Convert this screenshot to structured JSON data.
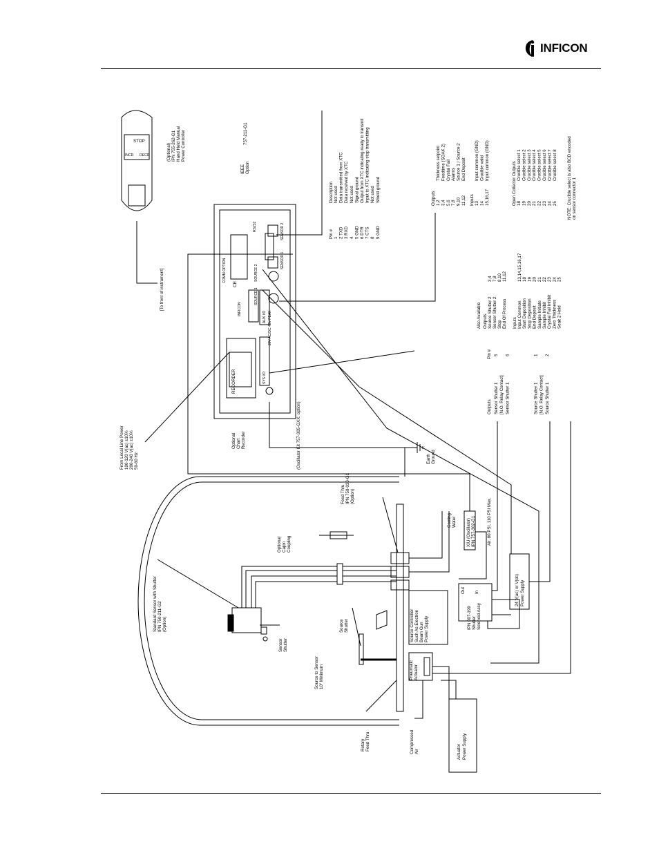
{
  "header": {
    "logo_text": "INFICON"
  },
  "sensor_labels": {
    "standard_sensor": [
      "Standard Sensor with Shutter",
      "IPN 750-211-G2",
      "(Option)"
    ],
    "sensor_shutter": [
      "Sensor",
      "Shutter"
    ],
    "source_to_sensor": [
      "Source to Sensor",
      "10\" Minimum"
    ],
    "source_shutter": [
      "Source",
      "Shutter"
    ],
    "rotary_feed": [
      "Rotary",
      "Feed Thru"
    ],
    "compressed_air": [
      "Compressed",
      "Air"
    ],
    "pneumatic_actuator": [
      "Pneumatic",
      "Actuator"
    ],
    "actuator_ps": [
      "Actuator",
      "Power Supply"
    ],
    "source_controller": [
      "Source Controller",
      "Such As Electron",
      "Beam Gun",
      "Power Supply"
    ],
    "solenoid": [
      "IPN 007-199",
      "Shutter",
      "Solenoid Assy"
    ],
    "sol_out": "Out",
    "sol_in": "In",
    "vac_ps": [
      "24 V(ac) or V(dc)",
      "Power Supply"
    ],
    "air_spec": "Air, 80 PSI, 110 PSI Max.",
    "xiu": [
      "XIU (Oscillator)",
      "IPN 757-302-G1"
    ],
    "cooling": [
      "Cooling",
      "Water"
    ],
    "optional_coupling": [
      "Optional",
      "Cajon",
      "Coupling"
    ],
    "feed_thru": [
      "Feed Thru",
      "IPN 750-030-G1",
      "(Option)"
    ],
    "oscillator_kit": "(Oscillator Kit 757-305-GXX: option)",
    "earth_ground": [
      "Earth",
      "Ground"
    ],
    "local_power": [
      "From Local Line Power",
      "100-120 V(ac) ±10%",
      "200-240 V(ac) ±10%",
      "50-60 Hz"
    ],
    "chart_recorder": [
      "Optional",
      "Chart",
      "Recorder"
    ],
    "to_front": "[To front of instrument]",
    "hand_held": [
      "(Optional)",
      "IPN 755-262-G1",
      "Hand Held Manual",
      "Power Controller"
    ],
    "ieee": [
      "IEEE",
      "Option"
    ],
    "rs232_part": "757-211-G1"
  },
  "controller": {
    "stop": "STOP",
    "incr": "INCR",
    "decr": "DECR"
  },
  "rear_panel": {
    "sys_io": "SYS I/O",
    "ac_spec": "20V AC/DC 42V PEAK",
    "aux_io": "AUX I/O",
    "source1": "SOURCE 1",
    "source2": "SOURCE 2",
    "sensor1": "SENSOR 1",
    "sensor2": "SENSOR 2",
    "rs232": "RS232",
    "comm_option": "COMM OPTION",
    "recorder": "RECORDER",
    "inficon": "INFICON",
    "ce": "CE"
  },
  "rs232_table": {
    "header": [
      "Pin #",
      "Description"
    ],
    "rows": [
      [
        "1",
        "Not used"
      ],
      [
        "2 TXD",
        "Data transmitted from XTC"
      ],
      [
        "3 RXD",
        "Data received by XTC"
      ],
      [
        "4",
        "Not used"
      ],
      [
        "5 GND",
        "Signal ground"
      ],
      [
        "6 DTR",
        "Output from XTC indicating ready to transmit"
      ],
      [
        "7 CTS",
        "Input to XTC indicating stop transmitting"
      ],
      [
        "8",
        "Not used"
      ],
      [
        "9 GND",
        "Shield ground"
      ]
    ]
  },
  "aux_table": {
    "outputs_header": "Outputs",
    "outputs": [
      [
        "1,2",
        "Thickness setpoint"
      ],
      [
        "3,4",
        "Feedtime (SOAK 2)"
      ],
      [
        "5,6",
        "Crystal Fail"
      ],
      [
        "7,8",
        "Alarms"
      ],
      [
        "9,10",
        "Source 1 / Source 2"
      ],
      [
        "11,12",
        "End Deposit"
      ]
    ],
    "inputs_header": "Inputs",
    "inputs": [
      [
        "13",
        "Input common (GND)"
      ],
      [
        "14",
        "Crucible valid"
      ],
      [
        "15,16,17",
        "Input common (GND)"
      ]
    ],
    "oc_header": "Open Collector Outputs",
    "oc": [
      [
        "18",
        "Crucible select 1"
      ],
      [
        "19",
        "Crucible select 2"
      ],
      [
        "20",
        "Crucible select 3"
      ],
      [
        "21",
        "Crucible select 4"
      ],
      [
        "22",
        "Crucible select 5"
      ],
      [
        "23",
        "Crucible select 6"
      ],
      [
        "24",
        "Crucible select 7"
      ],
      [
        "25",
        "Crucible select 8"
      ]
    ],
    "note": [
      "NOTE: Crucible select is also BCD encoded",
      "on sensor connector 1"
    ]
  },
  "sys_table": {
    "outputs_header": "Outputs",
    "pin_header": "Pin #",
    "left_rows": [
      [
        "Sensor Shutter 1",
        "5"
      ],
      [
        "[N.O. Relay Contact]",
        ""
      ],
      [
        "Sensor Shutter 1",
        "6"
      ],
      [
        "",
        ""
      ],
      [
        "",
        ""
      ],
      [
        "",
        ""
      ],
      [
        "",
        ""
      ],
      [
        "Source Shutter 1",
        "1"
      ],
      [
        "[N.O. Relay Contact]",
        ""
      ],
      [
        "Source Shutter 1",
        "2"
      ]
    ],
    "also_available": "Also Available",
    "aa_outputs_header": "Outputs",
    "aa_outputs": [
      [
        "Source Shutter 2",
        "3,4"
      ],
      [
        "Sensor Shutter 2",
        "7,8"
      ],
      [
        "Stop",
        "8,10"
      ],
      [
        "End Of Process",
        "11,12"
      ]
    ],
    "aa_inputs_header": "Inputs",
    "aa_inputs": [
      [
        "Input Common",
        "13,14,15,16,17"
      ],
      [
        "Start Deposition",
        "18"
      ],
      [
        "Stop Deposition",
        "19"
      ],
      [
        "End Deposit",
        "20"
      ],
      [
        "Sample Initiate",
        "21"
      ],
      [
        "Sample Inhibit",
        "22"
      ],
      [
        "Crystal Fail Inhibit",
        "23"
      ],
      [
        "Zero Thickness",
        "24"
      ],
      [
        "Soak 2 Hold",
        "25"
      ]
    ]
  }
}
